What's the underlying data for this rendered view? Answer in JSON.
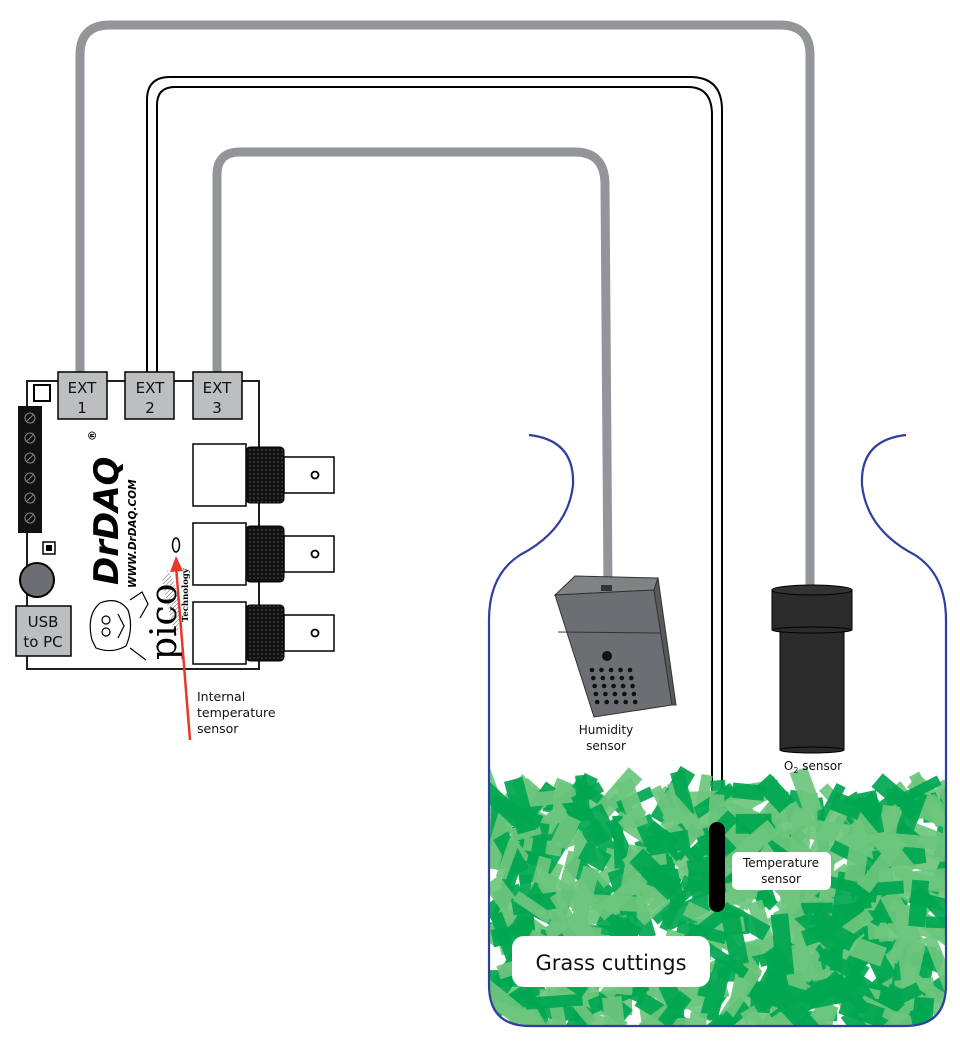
{
  "colors": {
    "cable_grey": "#939598",
    "board_outline": "#231f20",
    "ext_box_fill": "#bcbec0",
    "jar_outline": "#2e3f9e",
    "grass_dark": "#00a650",
    "grass_light": "#6cc57d",
    "sensor_grey": "#6d6e71",
    "o2_sensor": "#2b2b2b",
    "arrow_red": "#e8372b"
  },
  "board": {
    "ports": [
      {
        "name": "EXT",
        "number": "1"
      },
      {
        "name": "EXT",
        "number": "2"
      },
      {
        "name": "EXT",
        "number": "3"
      }
    ],
    "usb_label_line1": "USB",
    "usb_label_line2": "to PC",
    "logo": {
      "brand": "DrDAQ",
      "registered": "®",
      "url": "WWW.DrDAQ.COM",
      "maker": "pico",
      "maker_sub": "Technology"
    },
    "internal_sensor_label": [
      "Internal",
      "temperature",
      "sensor"
    ]
  },
  "jar": {
    "humidity_label": [
      "Humidity",
      "sensor"
    ],
    "o2_label_prefix": "O",
    "o2_label_subscript": "2",
    "o2_label_suffix": " sensor",
    "temperature_label": [
      "Temperature",
      "sensor"
    ],
    "grass_label": "Grass cuttings"
  },
  "icons": {
    "screw_terminal": "screw-terminal-icon",
    "bnc_connector": "bnc-connector-icon",
    "reset_button": "button-icon",
    "microphone": "microphone-icon"
  }
}
